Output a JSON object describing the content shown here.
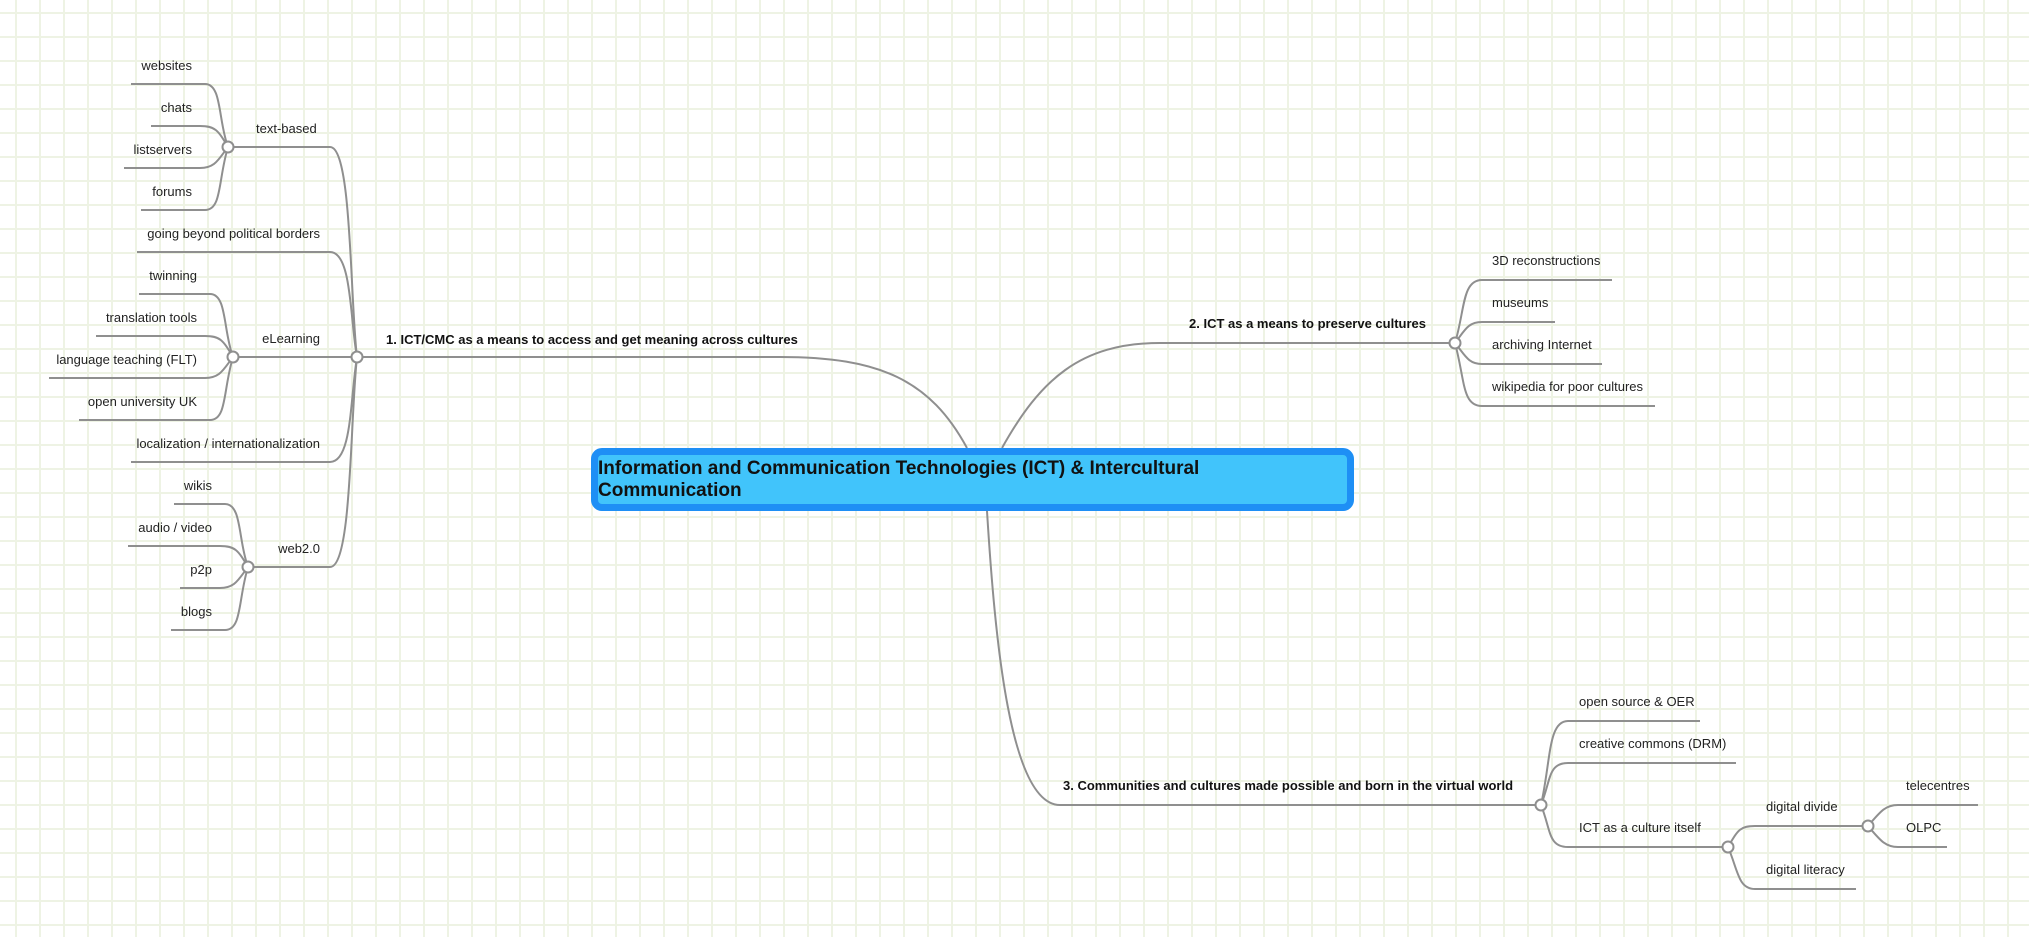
{
  "root": {
    "label": "Information and Communication Technologies (ICT) & Intercultural Communication",
    "fill": "#41c4fb",
    "border": "#1e8ff5"
  },
  "line_color": "#8f8f8f",
  "branches": [
    {
      "label": "1. ICT/CMC as a means to access and get meaning across cultures",
      "children": [
        {
          "label": "text-based",
          "children": [
            {
              "label": "websites"
            },
            {
              "label": "chats"
            },
            {
              "label": "listservers"
            },
            {
              "label": "forums"
            }
          ]
        },
        {
          "label": "going beyond political borders"
        },
        {
          "label": "eLearning",
          "children": [
            {
              "label": "twinning"
            },
            {
              "label": "translation tools"
            },
            {
              "label": "language teaching (FLT)"
            },
            {
              "label": "open university UK"
            }
          ]
        },
        {
          "label": "localization / internationalization"
        },
        {
          "label": "web2.0",
          "children": [
            {
              "label": "wikis"
            },
            {
              "label": "audio / video"
            },
            {
              "label": "p2p"
            },
            {
              "label": "blogs"
            }
          ]
        }
      ]
    },
    {
      "label": "2. ICT as a means to preserve cultures",
      "children": [
        {
          "label": "3D reconstructions"
        },
        {
          "label": "museums"
        },
        {
          "label": "archiving Internet"
        },
        {
          "label": "wikipedia for poor cultures"
        }
      ]
    },
    {
      "label": "3. Communities and cultures made possible and born in the virtual world",
      "children": [
        {
          "label": "open source & OER"
        },
        {
          "label": "creative commons (DRM)"
        },
        {
          "label": "ICT as a culture itself",
          "children": [
            {
              "label": "digital divide",
              "children": [
                {
                  "label": "telecentres"
                },
                {
                  "label": "OLPC"
                }
              ]
            },
            {
              "label": "digital literacy"
            }
          ]
        }
      ]
    }
  ]
}
